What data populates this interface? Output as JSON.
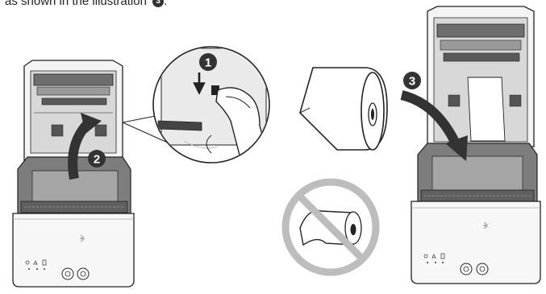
{
  "caption": {
    "text": "as shown in the illustration",
    "step_ref": "3",
    "suffix": "."
  },
  "steps": {
    "step1": "1",
    "step2": "2",
    "step3": "3"
  },
  "colors": {
    "outline": "#222222",
    "printer_body": "#f4f4f4",
    "printer_dark": "#6e6e6e",
    "interior": "#9a9a9a",
    "step_badge": "#333333",
    "prohibition_ring": "#bdbdbd"
  },
  "icons": {
    "power": "power-icon",
    "error": "warning-icon",
    "paper": "paper-icon",
    "feed_button": "feed-icon",
    "power_button": "power-button-icon"
  }
}
